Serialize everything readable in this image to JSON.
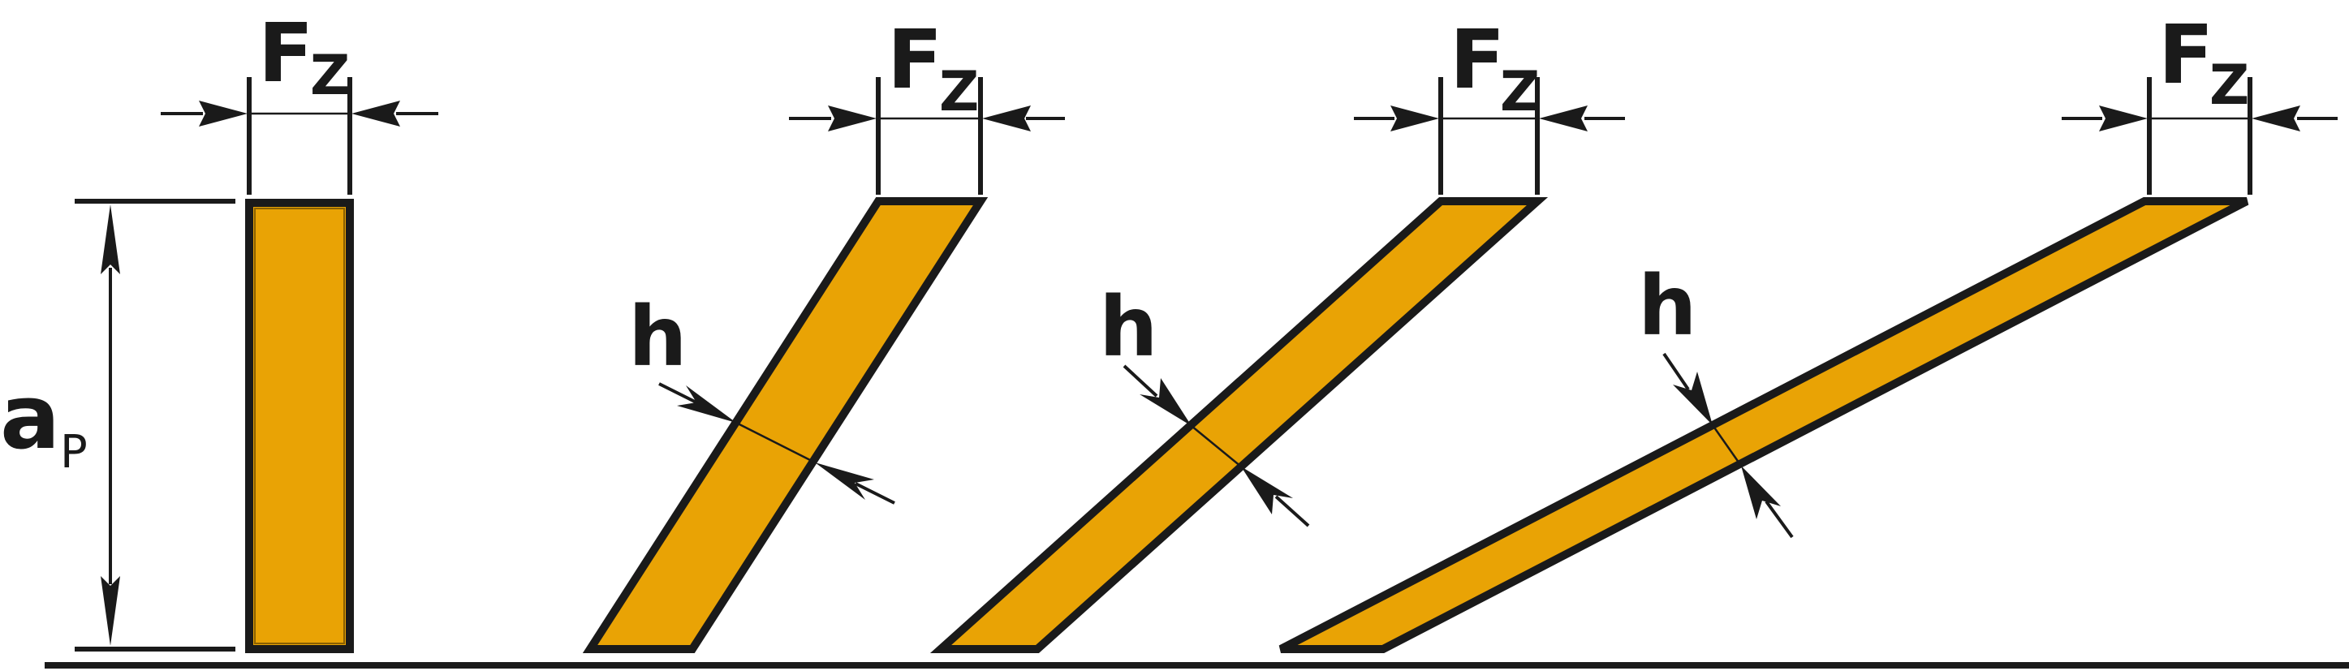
{
  "labels": {
    "feed_symbol": "F",
    "feed_subscript": "Z",
    "thickness_symbol": "h",
    "depth_symbol": "a",
    "depth_subscript": "P"
  },
  "colors": {
    "chip_fill": "#E9A305",
    "outline": "#1a1a1a",
    "background": "#ffffff"
  }
}
